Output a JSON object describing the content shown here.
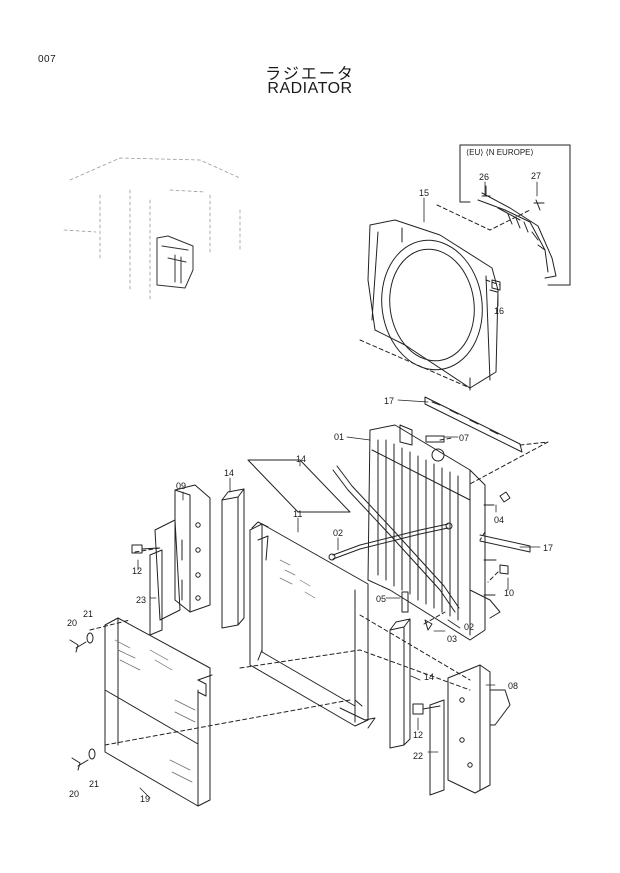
{
  "page_code": "007",
  "title_jp": "ラジエータ",
  "title_en": "RADIATOR",
  "inset_label": "⟨EU⟩ ⟨N EUROPE⟩",
  "callouts": {
    "p15": "15",
    "p26": "26",
    "p27": "27",
    "p16": "16",
    "p17a": "17",
    "p01": "01",
    "p07": "07",
    "p14a": "14",
    "p14b": "14",
    "p09": "09",
    "p11": "11",
    "p02a": "02",
    "p04": "04",
    "p17b": "17",
    "p12a": "12",
    "p23": "23",
    "p10": "10",
    "p05": "05",
    "p02b": "02",
    "p03": "03",
    "p21a": "21",
    "p20a": "20",
    "p14c": "14",
    "p08": "08",
    "p12b": "12",
    "p22": "22",
    "p21b": "21",
    "p20b": "20",
    "p19": "19"
  }
}
